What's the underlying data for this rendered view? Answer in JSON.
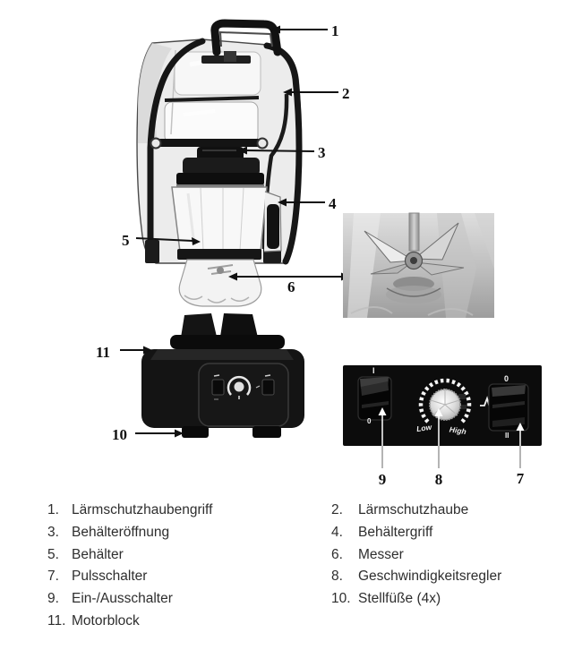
{
  "figure": {
    "callouts": {
      "c1": "1",
      "c2": "2",
      "c3": "3",
      "c4": "4",
      "c5": "5",
      "c6": "6",
      "c7": "7",
      "c8": "8",
      "c9": "9",
      "c10": "10",
      "c11": "11"
    },
    "control_panel": {
      "power_top": "I",
      "power_bottom": "0",
      "pulse_top": "0",
      "pulse_bottom": "II",
      "dial_low": "Low",
      "dial_high": "High"
    }
  },
  "legend": {
    "left": [
      {
        "num": "1.",
        "label": "Lärmschutzhaubengriff"
      },
      {
        "num": "3.",
        "label": "Behälteröffnung"
      },
      {
        "num": "5.",
        "label": "Behälter"
      },
      {
        "num": "7.",
        "label": "Pulsschalter"
      },
      {
        "num": "9.",
        "label": "Ein-/Ausschalter"
      },
      {
        "num": "11.",
        "label": "Motorblock"
      }
    ],
    "right": [
      {
        "num": "2.",
        "label": "Lärmschutzhaube"
      },
      {
        "num": "4.",
        "label": "Behältergriff"
      },
      {
        "num": "6.",
        "label": "Messer"
      },
      {
        "num": "8.",
        "label": "Geschwindigkeitsregler"
      },
      {
        "num": "10.",
        "label": "Stellfüße (4x)"
      }
    ]
  },
  "palette": {
    "ink": "#111111",
    "legend_text": "#2e2e2e",
    "panel_background": "#0c0c0c",
    "callout_line": "#111111"
  }
}
